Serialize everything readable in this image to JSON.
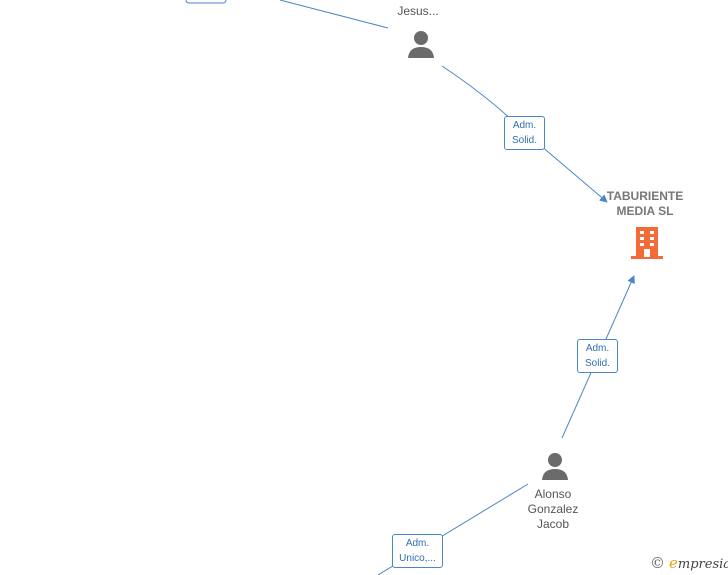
{
  "nodes": {
    "top_person": {
      "label": "Jesus..."
    },
    "company": {
      "label": "TABURIENTE\nMEDIA  SL"
    },
    "alonso": {
      "label": "Alonso\nGonzalez\nJacob"
    }
  },
  "edges": {
    "jesus_to_company": {
      "label": "Adm.\nSolid."
    },
    "alonso_to_company": {
      "label": "Adm.\nSolid."
    },
    "bottom_to_alonso": {
      "label": "Adm.\nUnico,..."
    }
  },
  "brand": {
    "copyright": "©",
    "initial": "e",
    "rest": "mpresia"
  },
  "colors": {
    "line": "#4a86c8",
    "company": "#f26b38",
    "person": "#6b6b6b"
  }
}
